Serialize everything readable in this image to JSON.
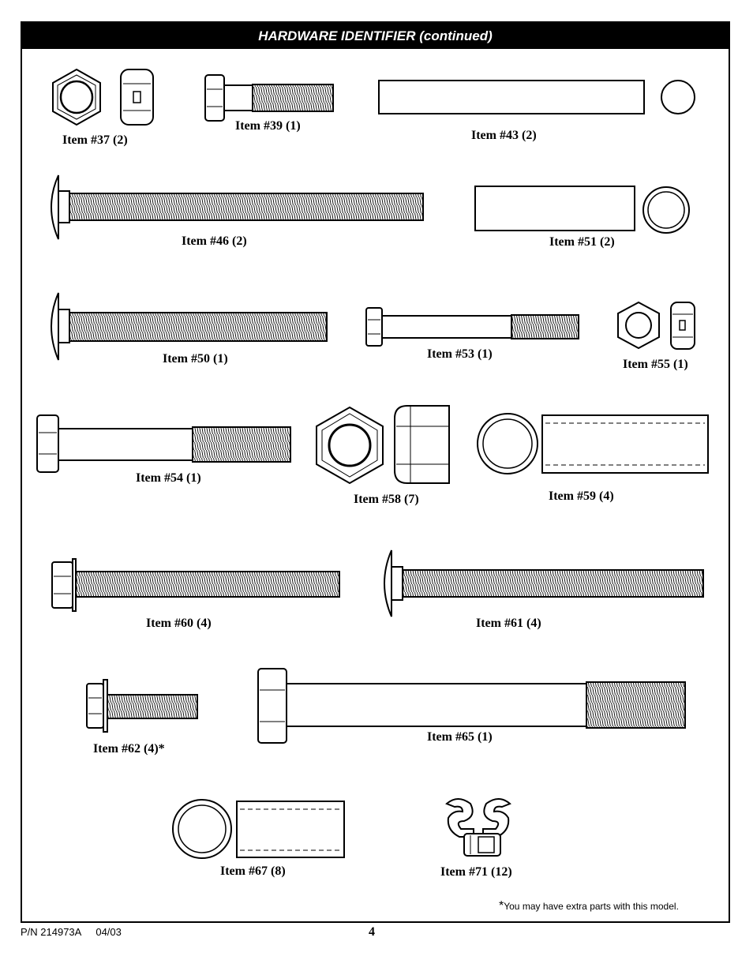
{
  "header": {
    "title": "HARDWARE IDENTIFIER (continued)"
  },
  "items": [
    {
      "id": "37",
      "label": "Item #37 (2)"
    },
    {
      "id": "39",
      "label": "Item #39 (1)"
    },
    {
      "id": "43",
      "label": "Item #43 (2)"
    },
    {
      "id": "46",
      "label": "Item #46 (2)"
    },
    {
      "id": "51",
      "label": "Item #51 (2)"
    },
    {
      "id": "50",
      "label": "Item #50 (1)"
    },
    {
      "id": "53",
      "label": "Item #53 (1)"
    },
    {
      "id": "55",
      "label": "Item #55 (1)"
    },
    {
      "id": "54",
      "label": "Item #54 (1)"
    },
    {
      "id": "58",
      "label": "Item #58 (7)"
    },
    {
      "id": "59",
      "label": "Item #59 (4)"
    },
    {
      "id": "60",
      "label": "Item #60 (4)"
    },
    {
      "id": "61",
      "label": "Item #61 (4)"
    },
    {
      "id": "62",
      "label": "Item #62 (4)*"
    },
    {
      "id": "65",
      "label": "Item #65 (1)"
    },
    {
      "id": "67",
      "label": "Item #67 (8)"
    },
    {
      "id": "71",
      "label": "Item #71 (12)"
    }
  ],
  "footnote": {
    "star": "*",
    "text": "You may have extra parts with this model."
  },
  "footer": {
    "part_number": "P/N 214973A",
    "date": "04/03",
    "page": "4"
  }
}
